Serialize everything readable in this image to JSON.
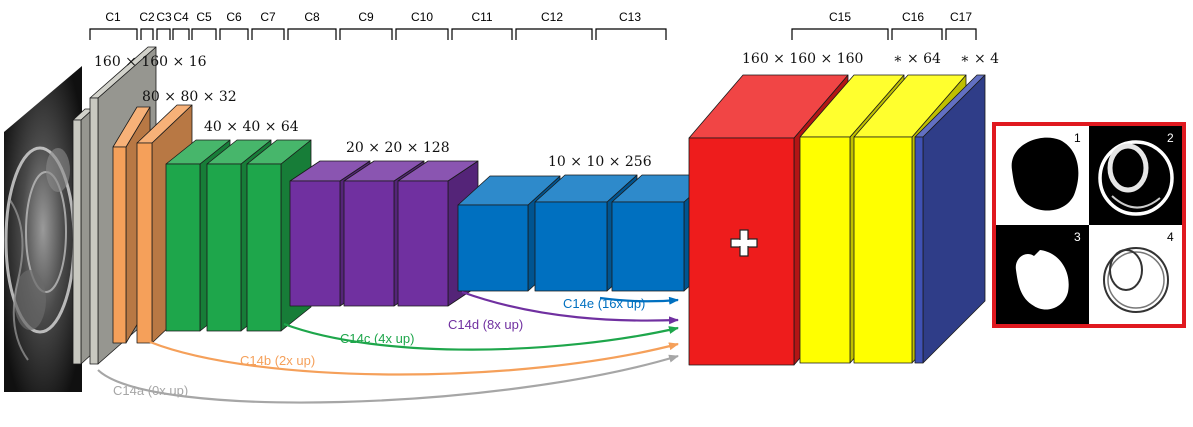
{
  "block_labels": {
    "c1": "C1",
    "c2": "C2",
    "c3": "C3",
    "c4": "C4",
    "c5": "C5",
    "c6": "C6",
    "c7": "C7",
    "c8": "C8",
    "c9": "C9",
    "c10": "C10",
    "c11": "C11",
    "c12": "C12",
    "c13": "C13",
    "c15": "C15",
    "c16": "C16",
    "c17": "C17"
  },
  "dimensions": {
    "d160x16": "160 × 160 × 16",
    "d80x32": "80 × 80 × 32",
    "d40x64": "40 × 40 × 64",
    "d20x128": "20 × 20 × 128",
    "d10x256": "10 × 10 × 256",
    "d160x160": "160 × 160 × 160",
    "d_star64": "∗ × 64",
    "d_star4": "∗ × 4"
  },
  "skip_connections": {
    "c14a": "C14a (0x up)",
    "c14b": "C14b (2x up)",
    "c14c": "C14c (4x up)",
    "c14d": "C14d (8x up)",
    "c14e": "C14e (16x up)"
  },
  "outputs": {
    "q1": "1",
    "q2": "2",
    "q3": "3",
    "q4": "4"
  },
  "fusion_symbol": "+",
  "colors": {
    "gray": "#c8c8c0",
    "orange": "#f5a05a",
    "green": "#1ea64b",
    "purple": "#7030a0",
    "blue": "#0070c0",
    "red": "#ee1c1c",
    "yellow": "#ffff00",
    "indigo": "#3f51b5",
    "frame": "#e0191f",
    "arrow_gray": "#a6a6a6",
    "arrow_orange": "#f5a05a",
    "arrow_green": "#1ea64b",
    "arrow_purple": "#7030a0",
    "arrow_blue": "#0070c0"
  }
}
